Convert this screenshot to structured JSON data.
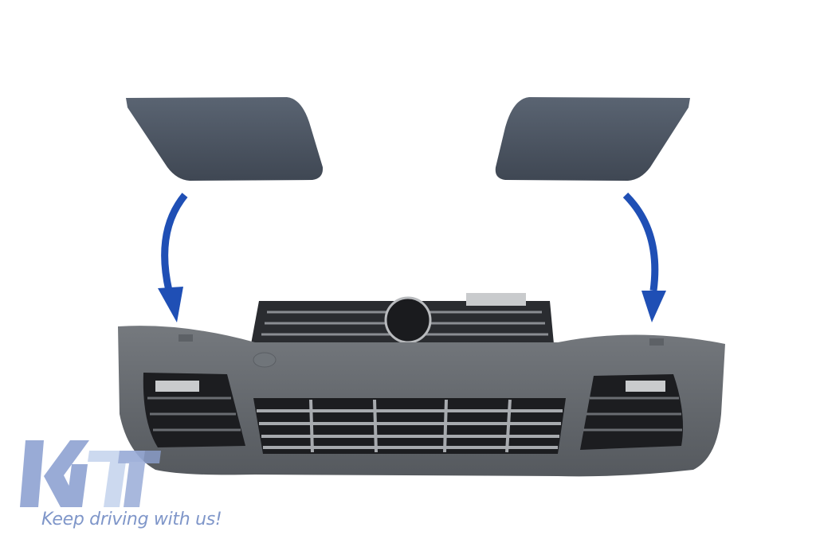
{
  "image": {
    "subject": "front-bumper-with-headlight-washer-covers",
    "colors": {
      "primer": "#5f656b",
      "cover": "#4f5a68",
      "arrow": "#1f4fb5",
      "grille": "#1c1d20",
      "logo": "#8ea2d2",
      "logo_light": "#c7d5ee"
    }
  },
  "logo": {
    "brand": "KITT",
    "tagline": "Keep driving with us!"
  }
}
